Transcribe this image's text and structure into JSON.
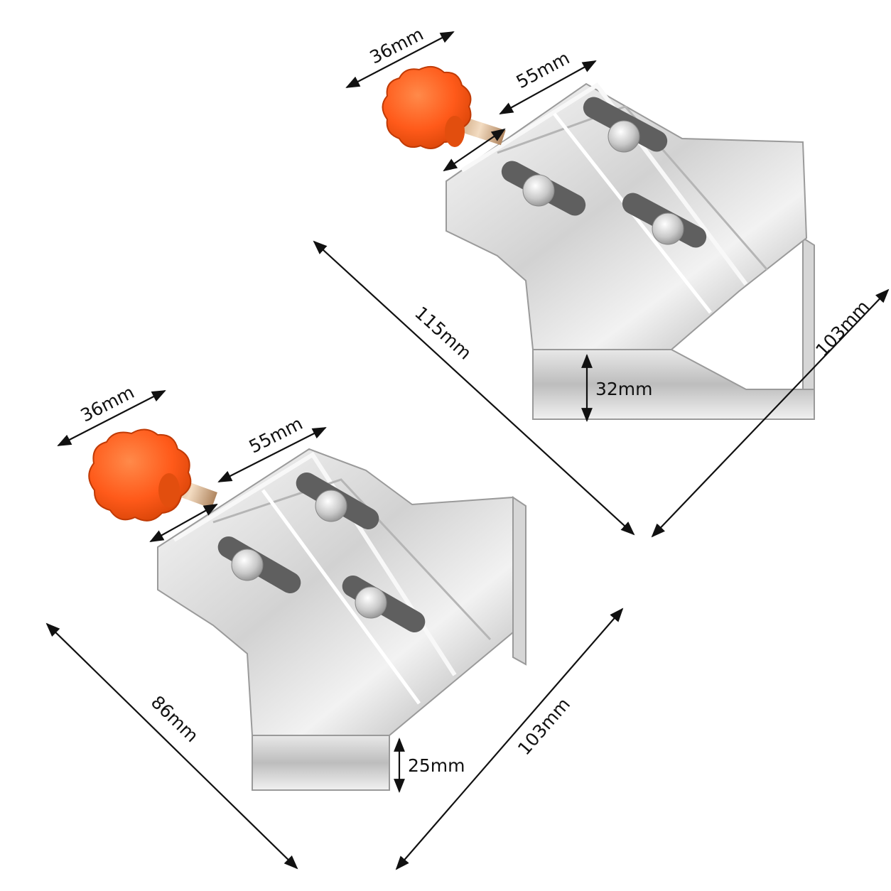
{
  "products": {
    "large": {
      "knob_width": "36mm",
      "plate_width": "55mm",
      "diagonal_length": "115mm",
      "side_length": "103mm",
      "jaw_height": "32mm"
    },
    "small": {
      "knob_width": "36mm",
      "plate_width": "55mm",
      "diagonal_length": "86mm",
      "side_length": "103mm",
      "jaw_height": "25mm"
    }
  },
  "colors": {
    "knob": "#ff5a1a",
    "knob_dark": "#d94508",
    "steel_light": "#eeeeee",
    "steel_mid": "#c8c8c8",
    "steel_dark": "#8a8a8a",
    "dimension_line": "#111111"
  }
}
